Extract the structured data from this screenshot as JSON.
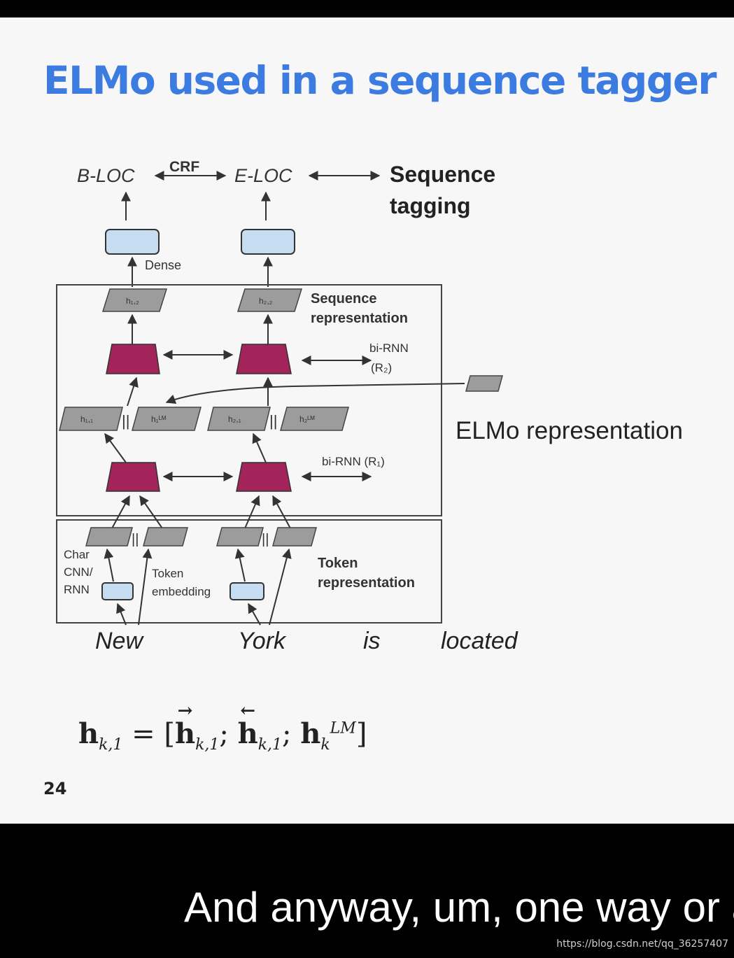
{
  "slide": {
    "title": "ELMo used in a sequence tagger",
    "page_number": "24"
  },
  "diagram": {
    "output_tags": [
      "B-LOC",
      "E-LOC"
    ],
    "crf_label": "CRF",
    "sequence_tagging_label": [
      "Sequence",
      "tagging"
    ],
    "dense_label": "Dense",
    "sequence_representation_label": [
      "Sequence",
      "representation"
    ],
    "bi_rnn_r2_label": [
      "bi-RNN",
      "(R₂)"
    ],
    "elmo_representation_label": "ELMo representation",
    "bi_rnn_r1_label": "bi-RNN (R₁)",
    "token_representation_label": [
      "Token",
      "representation"
    ],
    "char_cnn_label": [
      "Char",
      "CNN/",
      "RNN"
    ],
    "token_embedding_label": [
      "Token",
      "embedding"
    ],
    "concat_symbol": "||",
    "hidden_labels": {
      "h12": "h₁,₂",
      "h22": "h₂,₂",
      "h11": "h₁,₁",
      "h21": "h₂,₁",
      "h1lm": "h₁ᴸᴹ",
      "h2lm": "h₂ᴸᴹ"
    },
    "words": [
      "New",
      "York",
      "is",
      "located"
    ]
  },
  "formula": {
    "lhs": "h",
    "lhs_sub": "k,1",
    "sub": "k,1",
    "lm_sub": "k",
    "lm_sup": "LM"
  },
  "caption": {
    "subtitle": "And anyway, um, one way or a",
    "watermark": "https://blog.csdn.net/qq_36257407"
  },
  "colors": {
    "title": "#3c7be0",
    "rnn_block": "#a3245a",
    "dense_box": "#c6ddf1",
    "hidden_state": "#9c9c9c"
  }
}
